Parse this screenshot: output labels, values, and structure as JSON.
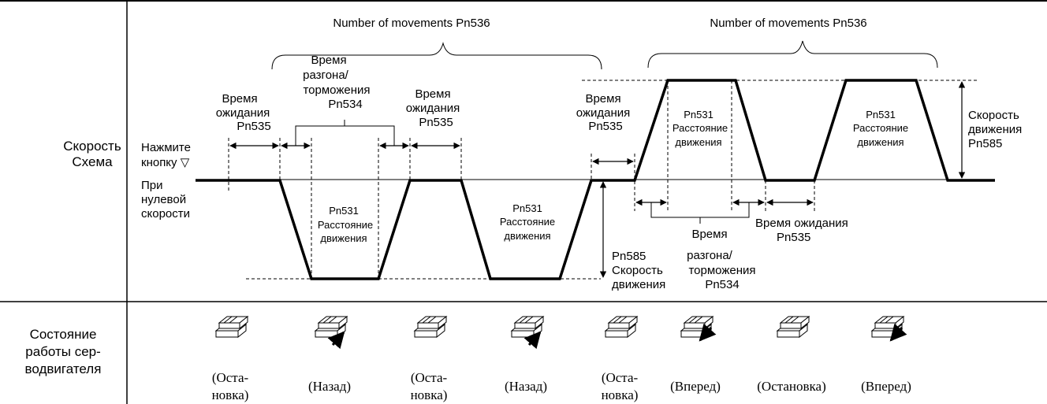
{
  "rows": {
    "speed_label": [
      "Скорость",
      "Схема"
    ],
    "status_label": [
      "Состояние",
      "работы сер-",
      "водвигателя"
    ]
  },
  "left_notes": {
    "press": [
      "Нажмите",
      "кнопку ▽"
    ],
    "zero": [
      "При",
      "нулевой",
      "скорости"
    ]
  },
  "braces": {
    "left": "Number of movements Pn536",
    "right": "Number of movements Pn536"
  },
  "annotations": {
    "wait1": [
      "Время",
      "ожидания",
      "Pn535"
    ],
    "accel1": [
      "Время",
      "разгона/",
      "торможения",
      "Pn534"
    ],
    "wait2": [
      "Время",
      "ожидания",
      "Pn535"
    ],
    "wait3": [
      "Время",
      "ожидания",
      "Pn535"
    ],
    "dist1": [
      "Pn531",
      "Расстояние",
      "движения"
    ],
    "dist2": [
      "Pn531",
      "Расстояние",
      "движения"
    ],
    "dist3": [
      "Pn531",
      "Расстояние",
      "движения"
    ],
    "dist4": [
      "Pn531",
      "Расстояние",
      "движения"
    ],
    "speed_left": [
      "Pn585",
      "Скорость",
      "движения"
    ],
    "speed_right": [
      "Скорость",
      "движения",
      "Pn585"
    ],
    "accel2": [
      "Время",
      "разгона/",
      "торможения",
      "Pn534"
    ],
    "wait4": [
      "Время ожидания",
      "Pn535"
    ]
  },
  "states": [
    {
      "lines": [
        "(Оста-",
        "новка)"
      ],
      "arrow": "none"
    },
    {
      "lines": [
        "(Назад)"
      ],
      "arrow": "back"
    },
    {
      "lines": [
        "(Оста-",
        "новка)"
      ],
      "arrow": "none"
    },
    {
      "lines": [
        "(Назад)"
      ],
      "arrow": "back"
    },
    {
      "lines": [
        "(Оста-",
        "новка)"
      ],
      "arrow": "none"
    },
    {
      "lines": [
        "(Вперед)"
      ],
      "arrow": "forward"
    },
    {
      "lines": [
        "(Остановка)"
      ],
      "arrow": "none"
    },
    {
      "lines": [
        "(Вперед)"
      ],
      "arrow": "forward"
    }
  ]
}
